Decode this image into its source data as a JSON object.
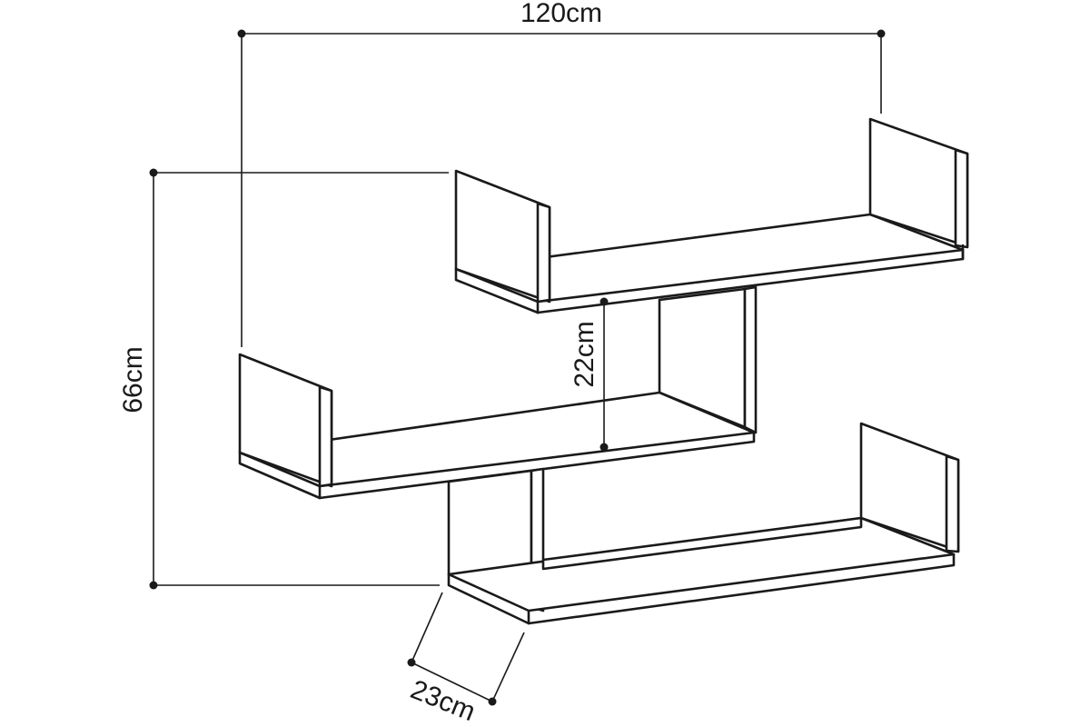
{
  "dimensions": {
    "width": "120cm",
    "height": "66cm",
    "gap": "22cm",
    "depth": "23cm"
  },
  "colors": {
    "line": "#1a1a1a",
    "background": "#ffffff"
  }
}
